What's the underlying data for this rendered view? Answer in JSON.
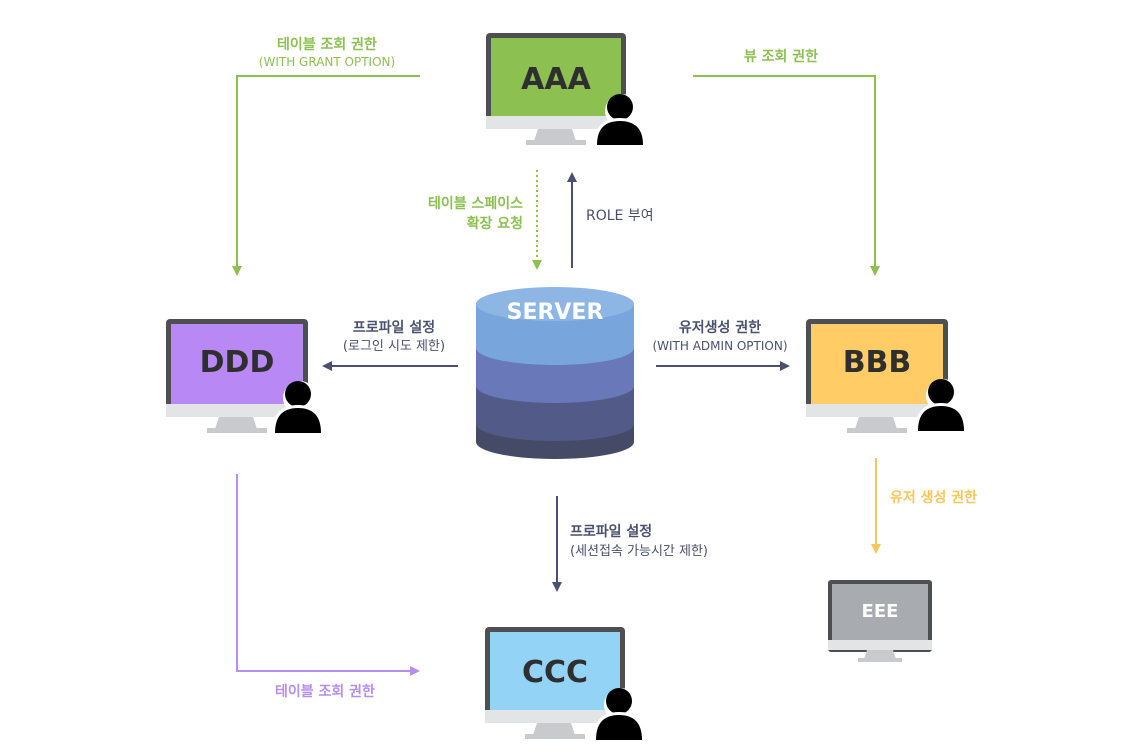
{
  "colors": {
    "green": "#8cc152",
    "yellow": "#f6c75a",
    "purple": "#b68ef0",
    "navy": "#4a5170",
    "gray": "#9a9fa5",
    "aaa_screen": "#8cc152",
    "bbb_screen": "#ffcc66",
    "ccc_screen": "#93d3f5",
    "ddd_screen": "#b888f5",
    "eee_screen": "#a8abb0",
    "server_top": "#78a6dc",
    "server_mid": "#6878b8",
    "server_low": "#525b88",
    "server_bottom": "#454b66"
  },
  "nodes": {
    "server": {
      "label": "SERVER",
      "icon": "database-icon"
    },
    "aaa": {
      "label": "AAA",
      "icon": "monitor-icon",
      "user_icon": "user-icon"
    },
    "bbb": {
      "label": "BBB",
      "icon": "monitor-icon",
      "user_icon": "user-icon"
    },
    "ccc": {
      "label": "CCC",
      "icon": "monitor-icon",
      "user_icon": "user-icon"
    },
    "ddd": {
      "label": "DDD",
      "icon": "monitor-icon",
      "user_icon": "user-icon"
    },
    "eee": {
      "label": "EEE",
      "icon": "monitor-icon"
    }
  },
  "edges": {
    "aaa_to_ddd": {
      "line1": "테이블 조회 권한",
      "line2": "(WITH GRANT OPTION)"
    },
    "aaa_to_bbb": {
      "line1": "뷰 조회 권한"
    },
    "aaa_to_server": {
      "line1": "테이블 스페이스",
      "line2": "확장 요청"
    },
    "server_to_aaa": {
      "line1": "ROLE 부여"
    },
    "server_to_ddd": {
      "line1": "프로파일 설정",
      "line2": "(로그인 시도 제한)"
    },
    "server_to_bbb": {
      "line1": "유저생성 권한",
      "line2": "(WITH ADMIN OPTION)"
    },
    "server_to_ccc": {
      "line1": "프로파일 설정",
      "line2": "(세션접속 가능시간 제한)"
    },
    "bbb_to_eee": {
      "line1": "유저 생성 권한"
    },
    "ddd_to_ccc": {
      "line1": "테이블 조회 권한"
    }
  }
}
